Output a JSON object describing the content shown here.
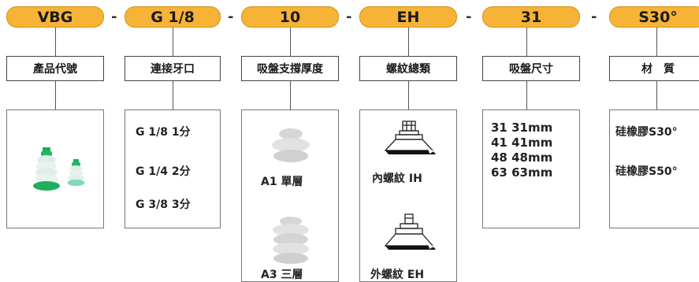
{
  "codes": [
    "VBG",
    "G 1/8",
    "10",
    "EH",
    "31",
    "S30°"
  ],
  "separators": [
    "-",
    "-",
    "-",
    "-",
    "-"
  ],
  "labels": [
    "產品代號",
    "連接牙口",
    "吸盤支撐厚度",
    "螺紋總類",
    "吸盤尺寸",
    "材　質"
  ],
  "thread_options": [
    "G 1/8  1分",
    "G 1/4  2分",
    "G 3/8  3分"
  ],
  "thickness_options": [
    "A1  單層",
    "A3  三層"
  ],
  "thread_types": [
    "內螺紋  IH",
    "外螺紋   EH"
  ],
  "sizes": [
    "31  31mm",
    "41  41mm",
    "48  48mm",
    "63  63mm"
  ],
  "materials": [
    "硅橡膠S30°",
    "硅橡膠S50°"
  ],
  "colors": {
    "pill": "#f7b336",
    "pill_border": "#d59214",
    "cup_green": "#1fae5f",
    "cup_body": "#d8ebe3"
  }
}
